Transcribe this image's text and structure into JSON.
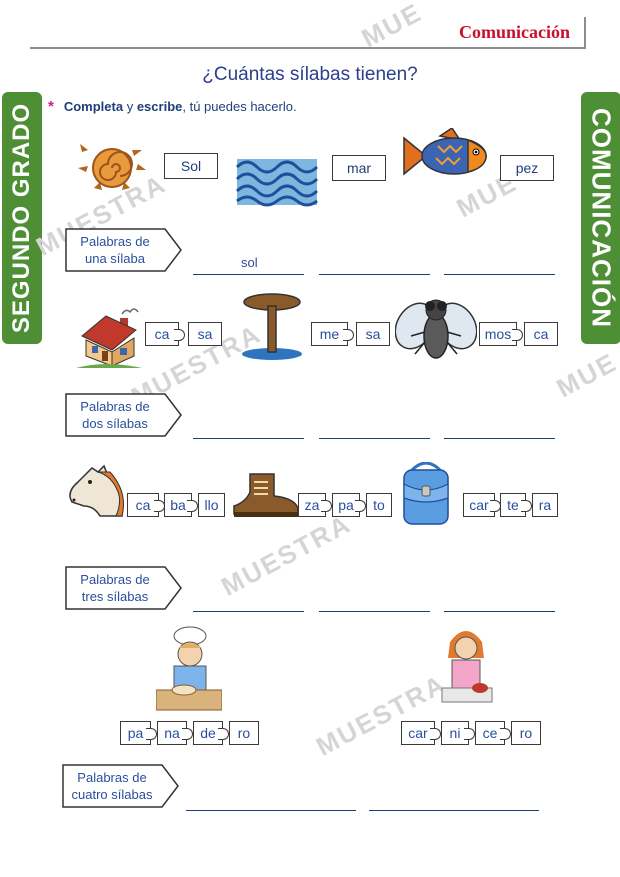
{
  "header": {
    "subject": "Comunicación"
  },
  "side": {
    "left": "SEGUNDO GRADO",
    "right": "COMUNICACIÓN"
  },
  "title": "¿Cuántas sílabas tienen?",
  "instruction": {
    "bullet": "*",
    "bold1": "Completa",
    "mid": "y",
    "bold2": "escribe",
    "rest": ", tú puedes hacerlo."
  },
  "watermark": "MUESTRA",
  "watermark_short": "MUE",
  "row1": {
    "words": [
      "Sol",
      "mar",
      "pez"
    ],
    "label_line1": "Palabras de",
    "label_line2": "una sílaba",
    "answer": "sol"
  },
  "row2": {
    "casa": [
      "ca",
      "sa"
    ],
    "mesa": [
      "me",
      "sa"
    ],
    "mosca": [
      "mos",
      "ca"
    ],
    "label_line1": "Palabras de",
    "label_line2": "dos sílabas"
  },
  "row3": {
    "caballo": [
      "ca",
      "ba",
      "llo"
    ],
    "zapato": [
      "za",
      "pa",
      "to"
    ],
    "cartera": [
      "car",
      "te",
      "ra"
    ],
    "label_line1": "Palabras de",
    "label_line2": "tres sílabas"
  },
  "row4": {
    "panadero": [
      "pa",
      "na",
      "de",
      "ro"
    ],
    "carnicero": [
      "car",
      "ni",
      "ce",
      "ro"
    ],
    "label_line1": "Palabras de",
    "label_line2": "cuatro sílabas"
  },
  "colors": {
    "accent_red": "#c8102e",
    "banner_green": "#4e8f36",
    "text_blue": "#1f3f7a"
  }
}
